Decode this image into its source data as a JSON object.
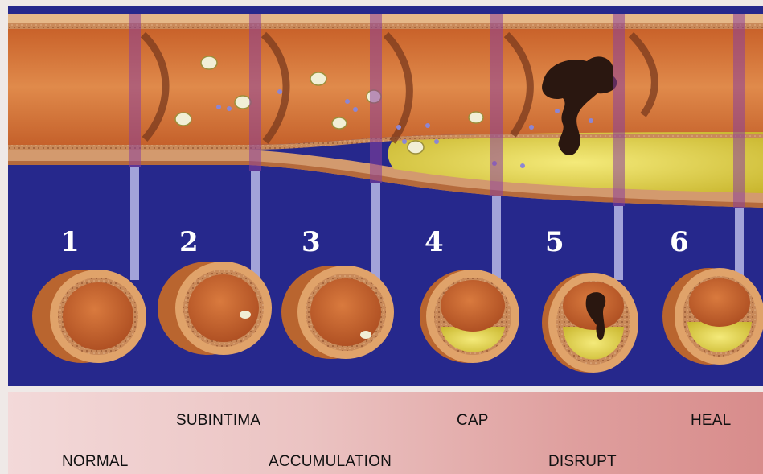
{
  "stages": [
    {
      "number": "1"
    },
    {
      "number": "2"
    },
    {
      "number": "3"
    },
    {
      "number": "4"
    },
    {
      "number": "5"
    },
    {
      "number": "6"
    }
  ],
  "labels_top": [
    "SUBINTIMA",
    "CAP",
    "HEAL"
  ],
  "labels_bottom": [
    "NORMAL",
    "ACCUMULATION",
    "DISRUPT"
  ],
  "colors": {
    "background": "#26288c",
    "vessel": "#d4793a",
    "plaque": "#e6d84a",
    "band": "#e8b7b6"
  }
}
